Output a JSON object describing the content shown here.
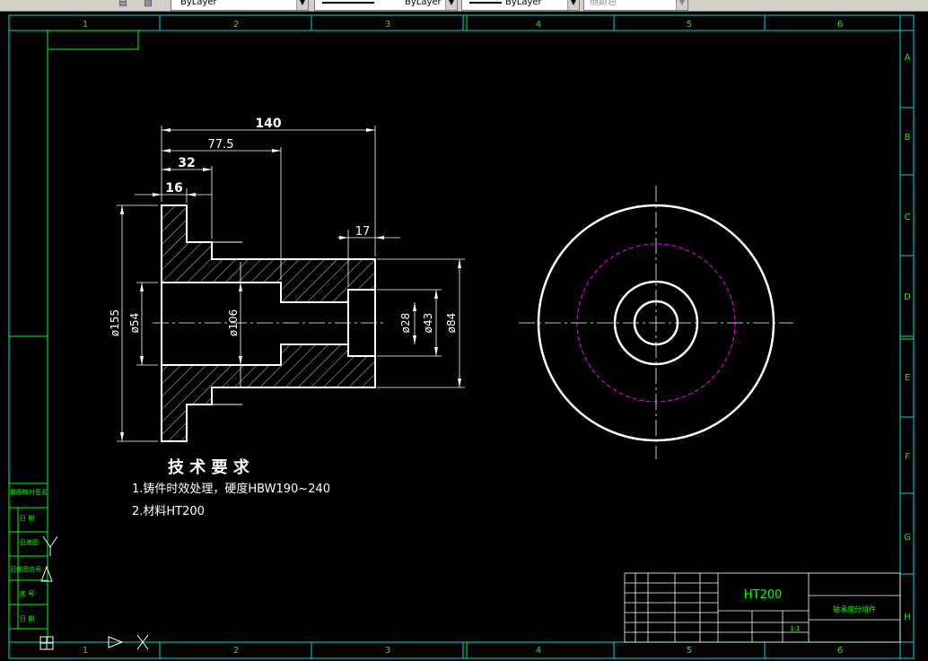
{
  "toolbar": {
    "linetype_value": "ByLayer",
    "lineweight_value": "ByLayer",
    "plotstyle_value": "ByLayer",
    "color_value": "随颜色"
  },
  "colors": {
    "frame": "#00ff00",
    "grid": "#00d8d8",
    "part": "#ffffff",
    "center_circle": "#ff00ff"
  },
  "frame": {
    "columns": [
      "1",
      "2",
      "3",
      "4",
      "5",
      "6"
    ],
    "rows": [
      "A",
      "B",
      "C",
      "D",
      "E",
      "F",
      "G",
      "H"
    ]
  },
  "dimensions": {
    "total_length": "140",
    "length_77": "77.5",
    "length_32": "32",
    "length_16": "16",
    "length_17": "17",
    "dia_155": "ø155",
    "dia_54": "ø54",
    "dia_106": "ø106",
    "dia_28": "ø28",
    "dia_43": "ø43",
    "dia_84": "ø84"
  },
  "tech_req": {
    "title": "技 术 要 求",
    "item1": "1.铸件时效处理，硬度HBW190~240",
    "item2": "2.材料HT200"
  },
  "title_block": {
    "material": "HT200",
    "part_name": "轴承座分组件",
    "scale": "1:1"
  },
  "left_stamp": [
    "描图校对签名",
    "日 期",
    "旧底图",
    "旧底图总号",
    "底 号",
    "日 期"
  ]
}
